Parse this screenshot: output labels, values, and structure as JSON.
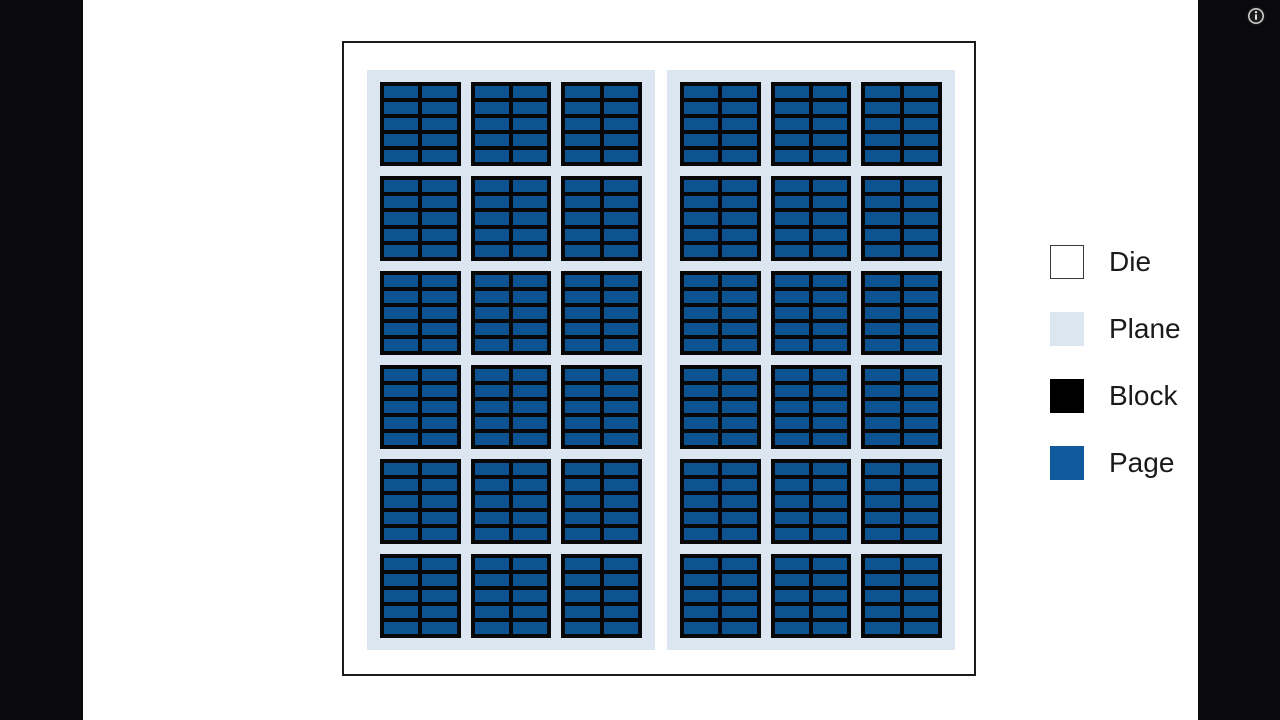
{
  "slide": {
    "background": "#ffffff",
    "letterbox_color": "#0b0b0d"
  },
  "toolbar": {
    "info_icon": "info-circle-icon"
  },
  "diagram": {
    "title": "",
    "die": {
      "label": "Die",
      "fill": "#ffffff",
      "border": "#1b1b1b",
      "plane_count": 2
    },
    "plane": {
      "label": "Plane",
      "fill": "#dce6f1",
      "block_columns": 3,
      "block_rows": 6,
      "block_count": 18
    },
    "block": {
      "label": "Block",
      "fill": "#000000",
      "page_columns": 2,
      "page_rows": 5,
      "page_count": 10
    },
    "page": {
      "label": "Page",
      "fill": "#0d5391"
    }
  },
  "legend": {
    "items": [
      {
        "label": "Die",
        "color": "#ffffff",
        "swatch_class": "sw-die"
      },
      {
        "label": "Plane",
        "color": "#dce6f1",
        "swatch_class": "sw-plane"
      },
      {
        "label": "Block",
        "color": "#000000",
        "swatch_class": "sw-block"
      },
      {
        "label": "Page",
        "color": "#0e5a9c",
        "swatch_class": "sw-page"
      }
    ]
  }
}
